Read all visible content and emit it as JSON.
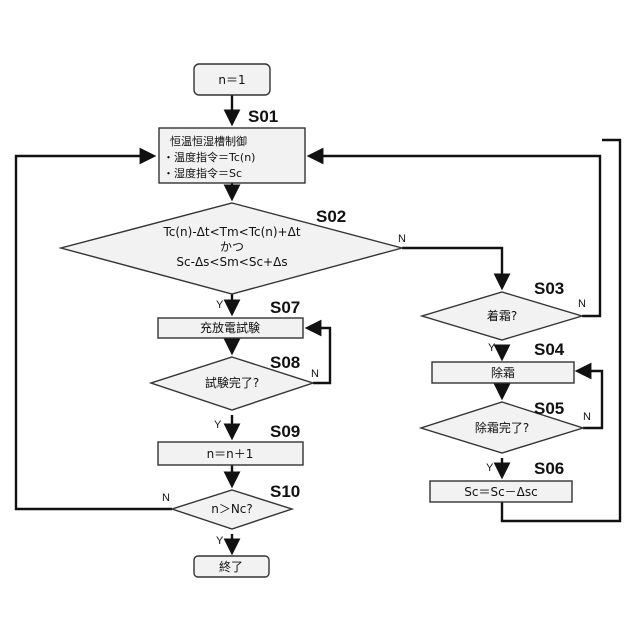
{
  "nodes": {
    "start": "n＝1",
    "s01_line1": "恒温恒湿槽制御",
    "s01_line2": "・温度指令＝Tc(n)",
    "s01_line3": "・湿度指令＝Sc",
    "s02_line1": "Tc(n)-Δt<Tm<Tc(n)+Δt",
    "s02_line2": "かつ",
    "s02_line3": "Sc-Δs<Sm<Sc+Δs",
    "s03": "着霜?",
    "s04": "除霜",
    "s05": "除霜完了?",
    "s06": "Sc＝Sc－Δsc",
    "s07": "充放電試験",
    "s08": "試験完了?",
    "s09": "n＝n＋1",
    "s10": "n＞Nc?",
    "end": "終了"
  },
  "steps": {
    "s01": "S01",
    "s02": "S02",
    "s03": "S03",
    "s04": "S04",
    "s05": "S05",
    "s06": "S06",
    "s07": "S07",
    "s08": "S08",
    "s09": "S09",
    "s10": "S10"
  },
  "labels": {
    "yes": "Y",
    "no": "N"
  }
}
